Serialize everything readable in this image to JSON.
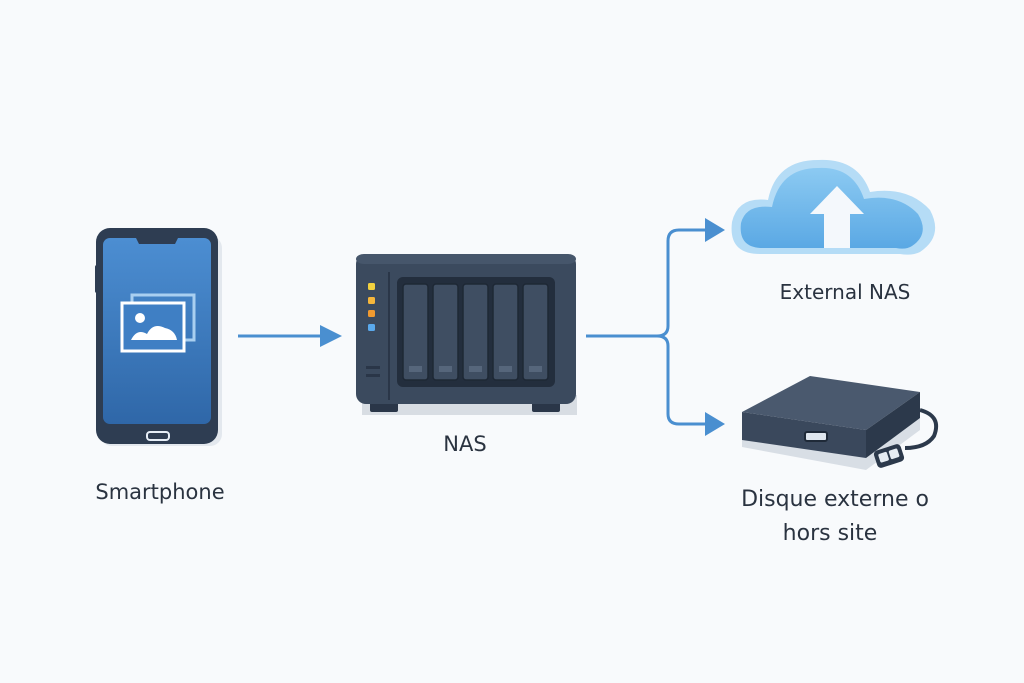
{
  "diagram": {
    "nodes": [
      {
        "id": "smartphone",
        "label": "Smartphone",
        "icon": "smartphone-photos-icon"
      },
      {
        "id": "nas",
        "label": "NAS",
        "icon": "nas-icon"
      },
      {
        "id": "external-nas",
        "label": "External NAS",
        "icon": "cloud-upload-icon"
      },
      {
        "id": "external-disk",
        "label_line1": "Disque externe o",
        "label_line2": "hors site",
        "icon": "external-hard-drive-icon"
      }
    ],
    "edges": [
      {
        "from": "smartphone",
        "to": "nas"
      },
      {
        "from": "nas",
        "to": "external-nas"
      },
      {
        "from": "nas",
        "to": "external-disk"
      }
    ],
    "colors": {
      "arrow": "#4a8fd0",
      "device_dark": "#3a4a5e",
      "phone_screen": "#3f7fc4",
      "cloud": "#7fbfee",
      "led": [
        "#f2d13f",
        "#f5b63b",
        "#f09a30",
        "#5aa9ec"
      ]
    }
  }
}
